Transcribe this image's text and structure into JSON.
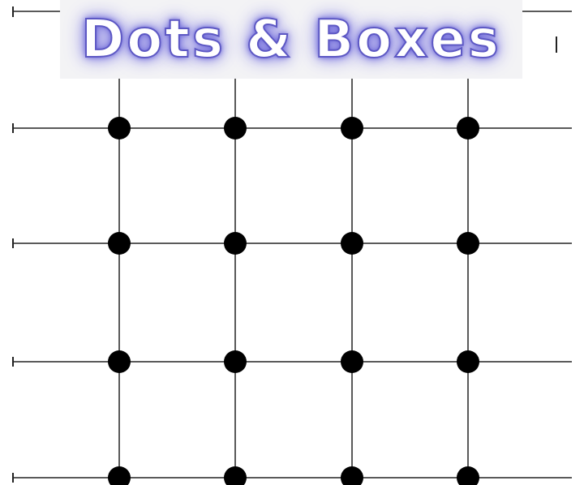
{
  "game": {
    "title": "Dots & Boxes"
  },
  "colors": {
    "background": "#ffffff",
    "title_banner": "#f3f3f5",
    "title_fill": "#ffffff",
    "title_glow": "#6b66d6",
    "line": "#5a5a5a",
    "dot": "#000000"
  },
  "board": {
    "visible_dot_columns": 4,
    "visible_dot_rows": 4
  }
}
